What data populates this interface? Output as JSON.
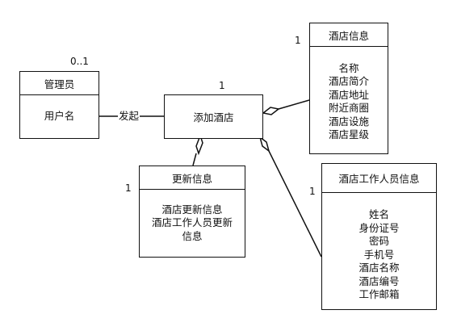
{
  "classes": {
    "admin": {
      "title": "管理员",
      "attributes": [
        "用户名"
      ]
    },
    "add_hotel": {
      "title": "添加酒店"
    },
    "hotel_info": {
      "title": "酒店信息",
      "attributes": [
        "名称",
        "酒店简介",
        "酒店地址",
        "附近商圈",
        "酒店设施",
        "酒店星级"
      ]
    },
    "update_info": {
      "title": "更新信息",
      "attributes": [
        "酒店更新信息",
        "酒店工作人员更新",
        "信息"
      ]
    },
    "staff_info": {
      "title": "酒店工作人员信息",
      "attributes": [
        "姓名",
        "身份证号",
        "密码",
        "手机号",
        "酒店名称",
        "酒店编号",
        "工作邮箱"
      ]
    }
  },
  "associations": {
    "admin_add": {
      "label": "发起",
      "mult_admin": "0..1",
      "mult_add": "1"
    },
    "add_hotel_info": {
      "mult": "1"
    },
    "add_update": {
      "mult": "1"
    },
    "add_staff": {
      "mult": "1"
    }
  }
}
